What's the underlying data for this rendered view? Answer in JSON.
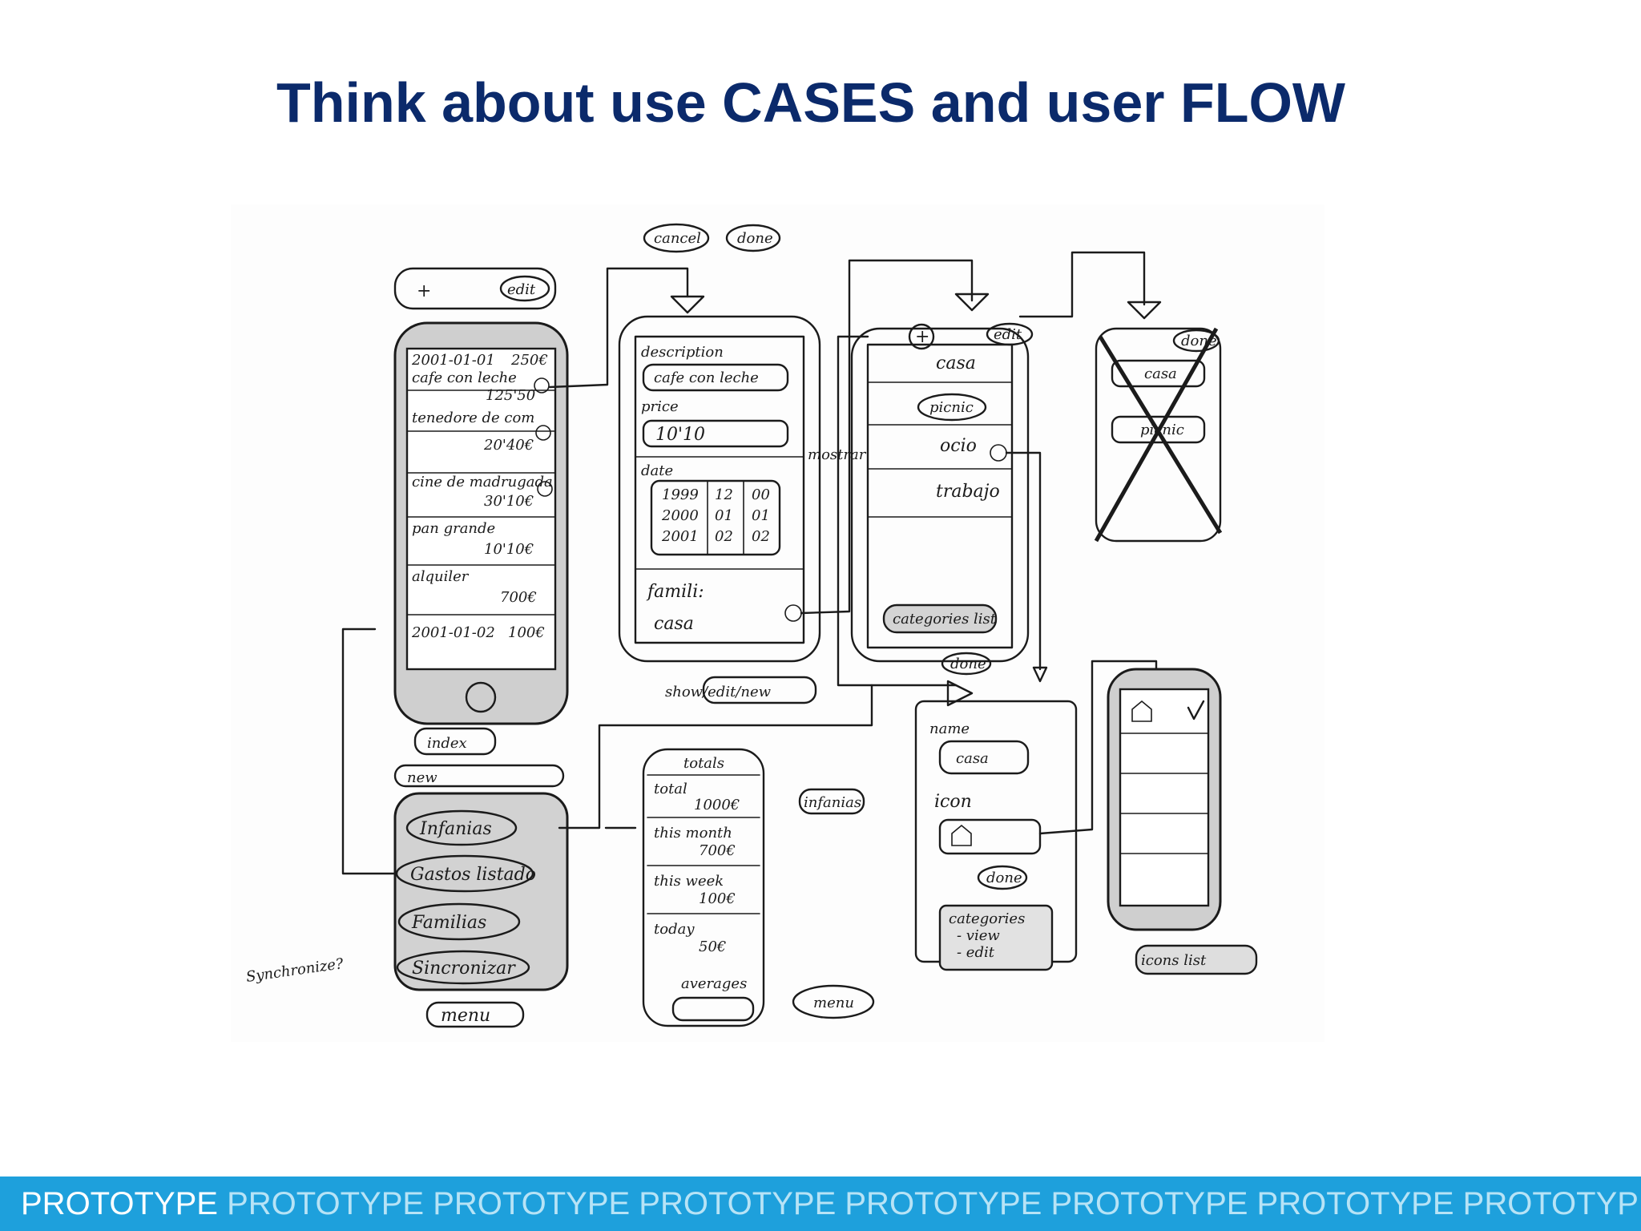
{
  "slide": {
    "title": "Think about use CASES and user FLOW"
  },
  "sketch": {
    "top_buttons": {
      "plus": "+",
      "edit": "edit",
      "cancel": "cancel",
      "done": "done"
    },
    "expense_list": {
      "rows": [
        {
          "left": "2001-01-01",
          "right": "250€"
        },
        {
          "left": "cafe con leche",
          "right": "125'50"
        },
        {
          "left": "tenedore de com",
          "right": "20'40€"
        },
        {
          "left": "cine de madrugada",
          "right": "30'10€"
        },
        {
          "left": "pan grande",
          "right": "10'10€"
        },
        {
          "left": "alquiler",
          "right": "700€"
        },
        {
          "left": "2001-01-02",
          "right": "100€"
        }
      ]
    },
    "index_label": "index",
    "new_label": "new",
    "menu_items": [
      "Infanias",
      "Gastos listado",
      "Familias",
      "Sincronizar"
    ],
    "synchronize_note": "Synchronize?",
    "menu_label": "menu",
    "edit_form": {
      "description_label": "description",
      "description_value": "cafe con leche",
      "price_label": "price",
      "price_value": "10'10",
      "date_label": "date",
      "years": [
        "1999",
        "2000",
        "2001"
      ],
      "months": [
        "12",
        "01",
        "02"
      ],
      "days": [
        "00",
        "01",
        "02"
      ],
      "family_label": "famili:",
      "family_value": "casa",
      "footer_label": "show/edit/new"
    },
    "totals": {
      "title": "totals",
      "rows": [
        {
          "label": "total",
          "value": "1000€"
        },
        {
          "label": "this month",
          "value": "700€"
        },
        {
          "label": "this week",
          "value": "100€"
        },
        {
          "label": "today",
          "value": "50€"
        }
      ],
      "averages": "averages",
      "infanias_label": "infanias",
      "menu_label": "menu"
    },
    "categories": {
      "edit_label": "edit",
      "items": [
        "casa",
        "picnic",
        "ocio",
        "trabajo"
      ],
      "side_note": "mostrar",
      "footer_label": "categories list",
      "done_label": "done"
    },
    "crossed": {
      "done_label": "done",
      "items": [
        "casa",
        "picnic"
      ]
    },
    "category_form": {
      "name_label": "name",
      "name_value": "casa",
      "icon_label": "icon",
      "done_label": "done",
      "footer_lines": [
        "categories",
        "- view",
        "- edit"
      ]
    },
    "icons_list": {
      "footer_label": "icons list"
    }
  },
  "footer": {
    "first": "PROTOTYPE",
    "rest": "PROTOTYPE PROTOTYPE PROTOTYPE PROTOTYPE PROTOTYPE PROTOTYPE PROTOTYP"
  }
}
